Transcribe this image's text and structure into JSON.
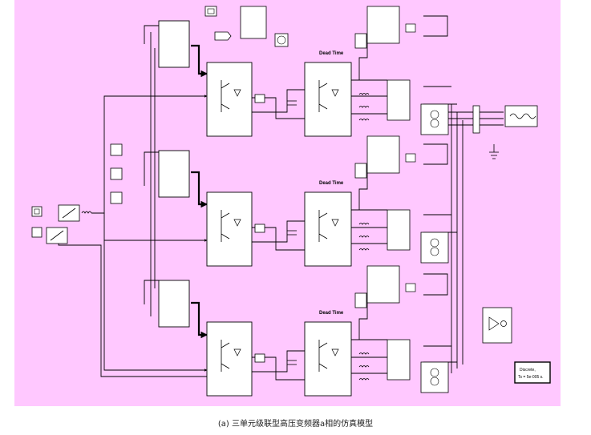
{
  "diagram": {
    "dead_time_labels": [
      "Dead Time",
      "Dead Time",
      "Dead Time"
    ],
    "solver_line1": "Discrete,",
    "solver_line2": "Ts = 5e-005 s."
  },
  "caption": "(a)  三单元级联型高压变频器a相的仿真模型",
  "colors": {
    "canvas": "#ffc8ff",
    "line": "#000000",
    "block_fill": "#ffffff"
  }
}
